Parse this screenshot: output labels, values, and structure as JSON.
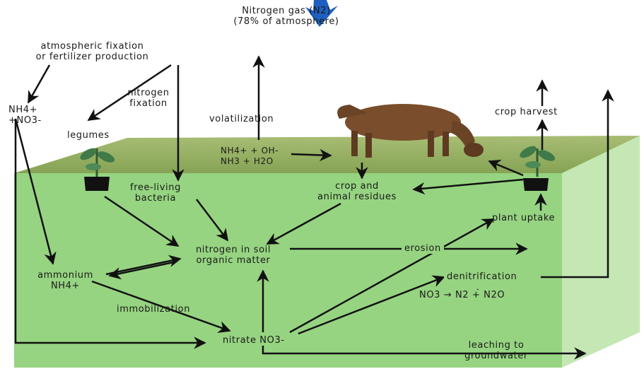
{
  "labels": {
    "nitrogen_gas_line1": "Nitrogen gas (N2)",
    "nitrogen_gas_line2": "(78% of atmosphere)",
    "atm_fix_line1": "atmospheric fixation",
    "atm_fix_line2": "or fertilizer production",
    "nh4_no3_line1": "NH4+",
    "nh4_no3_line2": "+NO3-",
    "nitrogen_fixation_line1": "nitrogen",
    "nitrogen_fixation_line2": "fixation",
    "legumes": "legumes",
    "volatilization": "volatilization",
    "nh4_oh": "NH4+ + OH-",
    "nh3_h2o": "NH3 + H2O",
    "crop_harvest": "crop harvest",
    "free_living_line1": "free-living",
    "free_living_line2": "bacteria",
    "crop_residues_line1": "crop and",
    "crop_residues_line2": "animal residues",
    "plant_uptake": "plant uptake",
    "soil_n_line1": "nitrogen in soil",
    "soil_n_line2": "organic matter",
    "erosion": "erosion",
    "ammonium_line1": "ammonium",
    "ammonium_line2": "NH4+",
    "denitrification": "denitrification",
    "no3_to_n2": "NO3 → N2 + N2O",
    "immobilization": "immobilization",
    "nitrate": "nitrate NO3-",
    "leaching_line1": "leaching to",
    "leaching_line2": "groundwater"
  },
  "colors": {
    "soil_front": "#96d481",
    "soil_side": "#c4e7b4",
    "grass": "#93ad62",
    "arrow": "#111111",
    "big_arrow": "#1f5fbf",
    "cow": "#7a4e2c"
  },
  "icons": [
    "cow-icon",
    "plant-icon",
    "big-down-arrow-icon"
  ]
}
